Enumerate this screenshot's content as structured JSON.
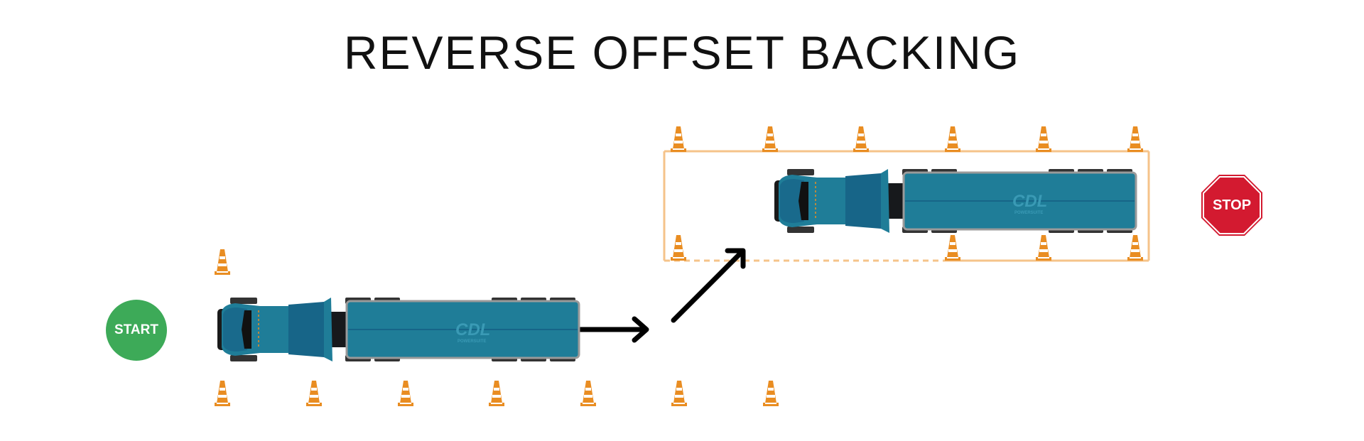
{
  "title": "REVERSE OFFSET BACKING",
  "start_sign": {
    "label": "START",
    "color": "#3daa58"
  },
  "stop_sign": {
    "label": "STOP",
    "color": "#d31a30"
  },
  "truck_logo": {
    "main": "CDL",
    "sub": "POWERSUITE"
  },
  "colors": {
    "cone": "#e98d22",
    "box": "#f5c38a",
    "truck": "#1f7d98",
    "cab": "#196a8c",
    "arrow": "#000000"
  }
}
